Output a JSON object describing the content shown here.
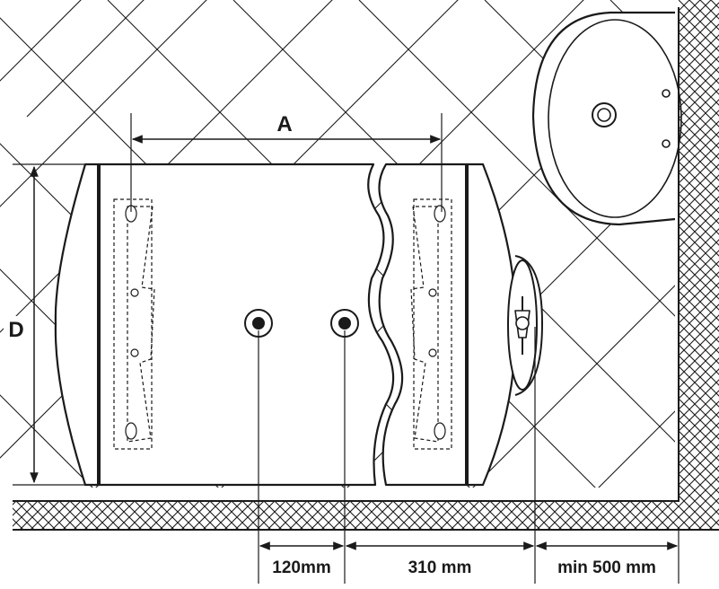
{
  "labels": {
    "a": "A",
    "d": "D",
    "dim_120": "120mm",
    "dim_310": "310 mm",
    "dim_min500": "min 500 mm"
  },
  "colors": {
    "ink": "#1a1a1a",
    "background": "#ffffff"
  }
}
